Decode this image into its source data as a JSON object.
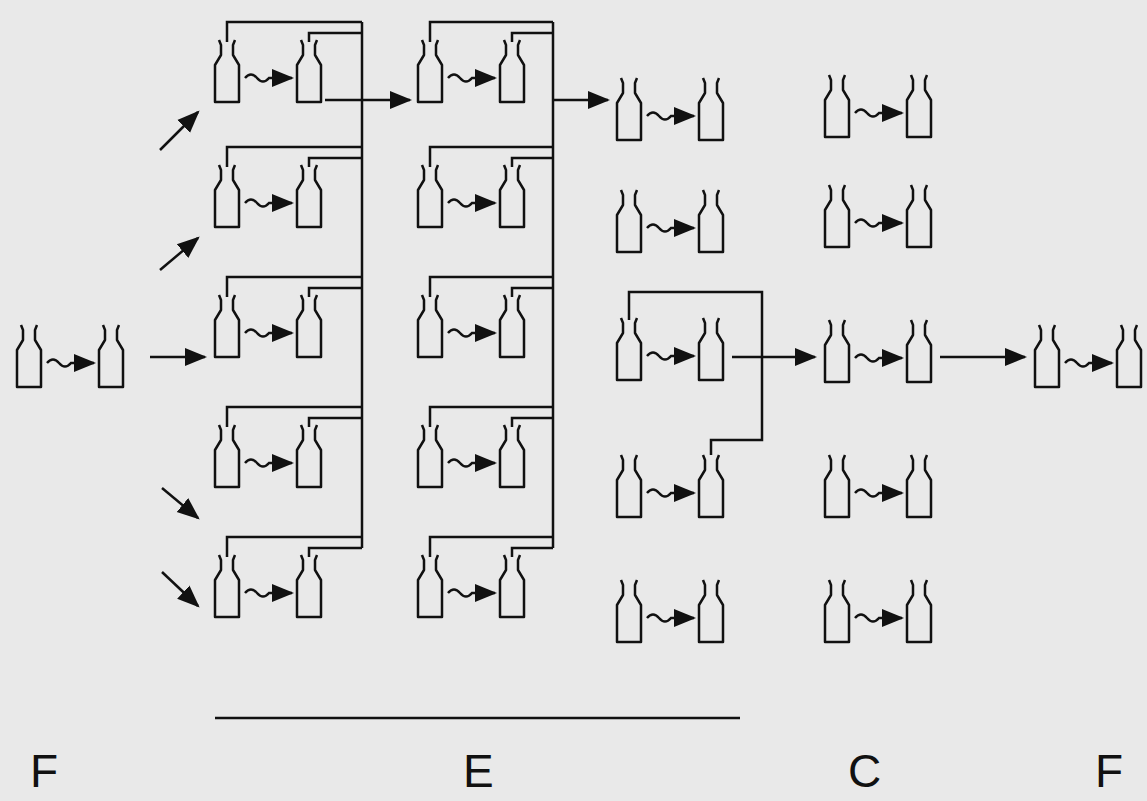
{
  "diagram": {
    "labels": [
      "F",
      "E",
      "C",
      "F"
    ]
  }
}
